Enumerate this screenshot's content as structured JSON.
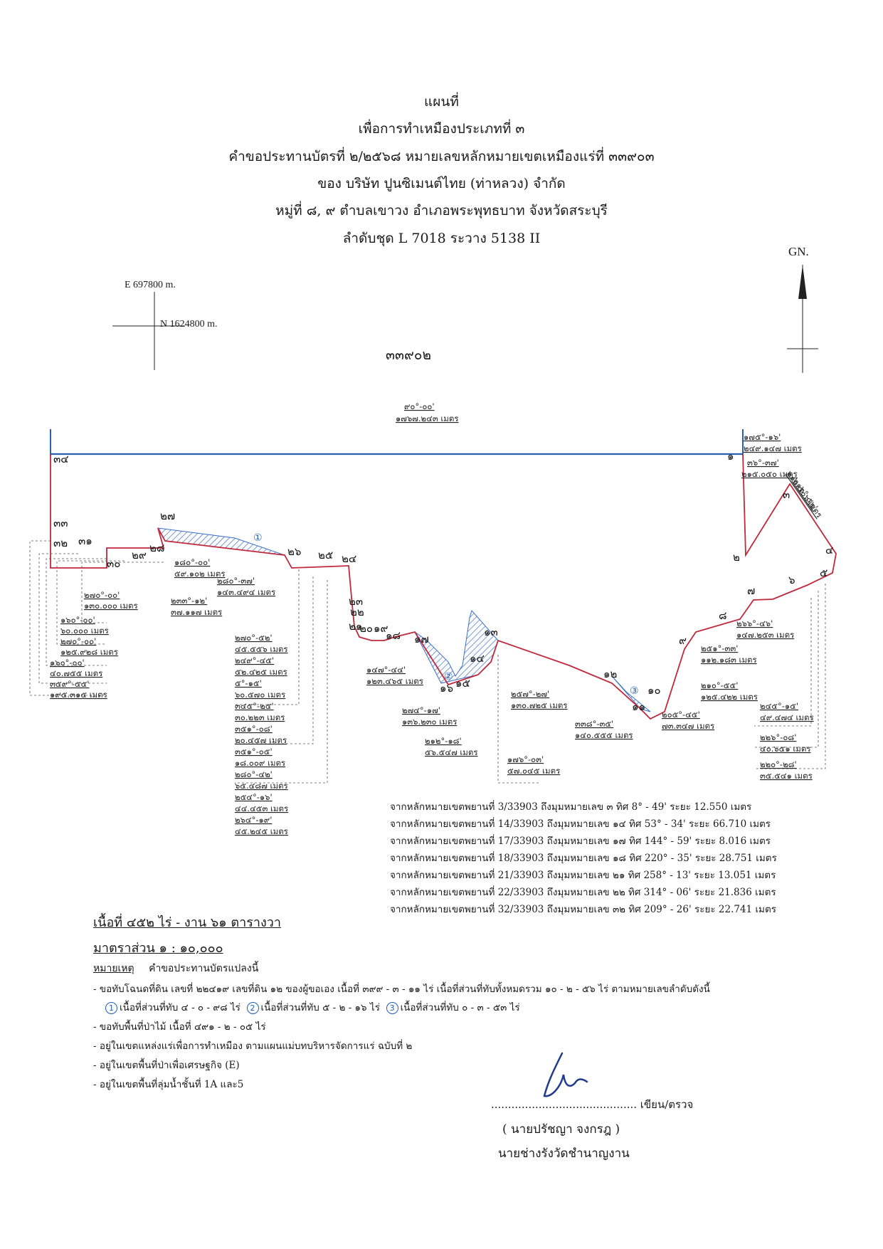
{
  "title": {
    "line1": "แผนที่",
    "line2": "เพื่อการทำเหมืองประเภทที่ ๓",
    "line3": "คำขอประทานบัตรที่ ๒/๒๕๖๘ หมายเลขหลักหมายเขตเหมืองแร่ที่ ๓๓๙๐๓",
    "line4": "ของ บริษัท ปูนซิเมนต์ไทย (ท่าหลวง) จำกัด",
    "line5": "หมู่ที่ ๘, ๙ ตำบลเขาวง อำเภอพระพุทธบาท จังหวัดสระบุรี",
    "line6": "ลำดับชุด L 7018 ระวาง 5138 II"
  },
  "north": {
    "label": "GN."
  },
  "grid": {
    "easting": "E 697800 m.",
    "northing": "N 1624800 m."
  },
  "adjacent_parcel": "๓๓๙๐๒",
  "top_bearing": {
    "angle": "๙๐°-๐๐'",
    "distance": "๑๗๖๗.๒๔๓ เมตร"
  },
  "point_labels": [
    "๑",
    "๒",
    "๓",
    "๔",
    "๕",
    "๖",
    "๗",
    "๘",
    "๙",
    "๑๐",
    "๑๑",
    "๑๒",
    "๑๓",
    "๑๔",
    "๑๕",
    "๑๖",
    "๑๗",
    "๑๘",
    "๑๙",
    "๒๐",
    "๒๑",
    "๒๒",
    "๒๓",
    "๒๔",
    "๒๕",
    "๒๖",
    "๒๗",
    "๒๘",
    "๒๙",
    "๓๐",
    "๓๑",
    "๓๒",
    "๓๓",
    "๓๔"
  ],
  "overlap_markers": [
    "①",
    "②",
    "③"
  ],
  "left_bearings": [
    "๒๗๐°-๐๐'",
    "๑๓๐.๐๐๐ เมตร",
    "๑๖๐°-๐๐'",
    "๖๐.๐๐๐ เมตร",
    "๒๗๐°-๐๐'",
    "๑๒๕.๙๒๘ เมตร",
    "๑๖๐°-๐๐'",
    "๔๐.๗๕๕ เมตร",
    "๓๕๙°-๕๕'",
    "๑๙๕.๓๑๕ เมตร"
  ],
  "mid_bearings": [
    "๑๘๐°-๐๐'",
    "๕๙.๑๐๒ เมตร",
    "๒๘๐°-๓๗'",
    "๑๔๓.๔๙๔ เมตร",
    "๒๓๓°-๑๒'",
    "๓๗.๑๑๗ เมตร"
  ],
  "center_bearings": [
    "๒๗๐°-๕๒'",
    "๔๕.๕๕๖ เมตร",
    "๒๔๙°-๔๕'",
    "๕๒.๔๒๕ เมตร",
    "๕°-๑๕'",
    "๖๐.๕๗๐ เมตร",
    "๓๔๕°-๒๕'",
    "๓๐.๒๒๓ เมตร",
    "๓๕๑°-๐๘'",
    "๒๐.๔๕๗ เมตร",
    "๓๕๑°-๐๕'",
    "๑๘.๐๐๙ เมตร",
    "๒๘๐°-๔๒'",
    "๖๕.๔๘๗ เมตร",
    "๒๕๔°-๑๖'",
    "๔๔.๔๕๓ เมตร",
    "๒๖๔°-๑๙'",
    "๔๕.๒๔๕ เมตร"
  ],
  "lower_bearings": [
    "๑๔๗°-๔๔'",
    "๑๒๓.๔๖๕ เมตร",
    "๒๗๔°-๑๗'",
    "๑๓๖.๒๓๐ เมตร",
    "๒๑๒°-๑๘'",
    "๕๖.๕๔๗ เมตร",
    "๒๕๗°-๒๗'",
    "๑๓๐.๗๒๕ เมตร",
    "๓๓๘°-๓๕'",
    "๑๔๐.๕๕๕ เมตร",
    "๑๗๖°-๐๓'",
    "๕๗.๐๔๕ เมตร"
  ],
  "right_bearings": [
    "๑๗๕°-๑๖'",
    "๒๔๙.๑๔๗ เมตร",
    "๓๖°-๓๗'",
    "๒๑๕.๐๕๐ เมตร",
    "๒๑๖°-๕๒'",
    "๒๑๐.๕๐๖ เมตร",
    "๒๖๖°-๔๖'",
    "๑๔๗.๒๕๓ เมตร",
    "๒๕๑°-๓๓'",
    "๑๑๒.๑๘๓ เมตร",
    "๒๑๐°-๕๕'",
    "๑๒๕.๔๒๒ เมตร",
    "๒๐๕°-๔๕'",
    "๗๓.๓๔๗ เมตร",
    "๒๔๕°-๑๕'",
    "๔๙.๔๗๔ เมตร",
    "๒๒๖°-๐๘'",
    "๔๐.๖๕๑ เมตร",
    "๒๒๐°-๒๘'",
    "๓๕.๕๔๑ เมตร"
  ],
  "reference_rows": [
    "จากหลักหมายเขตพยานที่ 3/33903  ถึงมุมหมายเลข ๓ ทิศ   8° - 49' ระยะ 12.550 เมตร",
    "จากหลักหมายเขตพยานที่ 14/33903 ถึงมุมหมายเลข ๑๔ ทิศ  53° - 34' ระยะ 66.710 เมตร",
    "จากหลักหมายเขตพยานที่ 17/33903 ถึงมุมหมายเลข ๑๗ ทิศ 144° - 59' ระยะ 8.016 เมตร",
    "จากหลักหมายเขตพยานที่ 18/33903 ถึงมุมหมายเลข ๑๘ ทิศ 220° - 35' ระยะ 28.751 เมตร",
    "จากหลักหมายเขตพยานที่ 21/33903 ถึงมุมหมายเลข ๒๑ ทิศ 258° - 13' ระยะ 13.051 เมตร",
    "จากหลักหมายเขตพยานที่ 22/33903 ถึงมุมหมายเลข ๒๒ ทิศ 314° - 06' ระยะ 21.836 เมตร",
    "จากหลักหมายเขตพยานที่ 32/33903 ถึงมุมหมายเลข ๓๒ ทิศ 209° - 26' ระยะ 22.741 เมตร"
  ],
  "area": "เนื้อที่ ๔๕๒ ไร่ - งาน ๖๑ ตารางวา",
  "scale": "มาตราส่วน ๑ : ๑๐,๐๐๐",
  "notes": {
    "heading": "หมายเหตุ",
    "heading_text": "คำขอประทานบัตรแปลงนี้",
    "n1": "- ขอทับโฉนดที่ดิน เลขที่ ๒๒๔๑๙ เลขที่ดิน ๑๒ ของผู้ขอเอง  เนื้อที่ ๓๙๙ - ๓ - ๑๑ ไร่  เนื้อที่ส่วนที่ทับทั้งหมดรวม ๑๐ - ๒ - ๕๖ ไร่ ตามหมายเลขลำดับดังนี้",
    "n2a": "เนื้อที่ส่วนที่ทับ  ๔ - ๐ - ๙๘ ไร่",
    "n2b": "เนื้อที่ส่วนที่ทับ  ๕ - ๒ - ๑๖ ไร่",
    "n2c": "เนื้อที่ส่วนที่ทับ  ๐ - ๓ - ๕๓ ไร่",
    "c1": "1",
    "c2": "2",
    "c3": "3",
    "n3": "- ขอทับพื้นที่ป่าไม้ เนื้อที่ ๔๙๑ - ๒ - ๐๕  ไร่",
    "n4": "- อยู่ในเขตแหล่งแร่เพื่อการทำเหมือง ตามแผนแม่บทบริหารจัดการแร่ ฉบับที่ ๒",
    "n5": "- อยู่ในเขตพื้นที่ป่าเพื่อเศรษฐกิจ (E)",
    "n6": "- อยู่ในเขตพื้นที่ลุ่มน้ำชั้นที่ 1A และ5"
  },
  "signature": {
    "line": "........................................... เขียน/ตรวจ",
    "name": "( นายปรัชญา  จงกรฎ )",
    "position": "นายช่างรังวัดชำนาญงาน"
  },
  "colors": {
    "boundary": "#c0283c",
    "blue_line": "#2a5fb3",
    "hatch": "#3a6ec8",
    "text": "#1a1a1a"
  }
}
